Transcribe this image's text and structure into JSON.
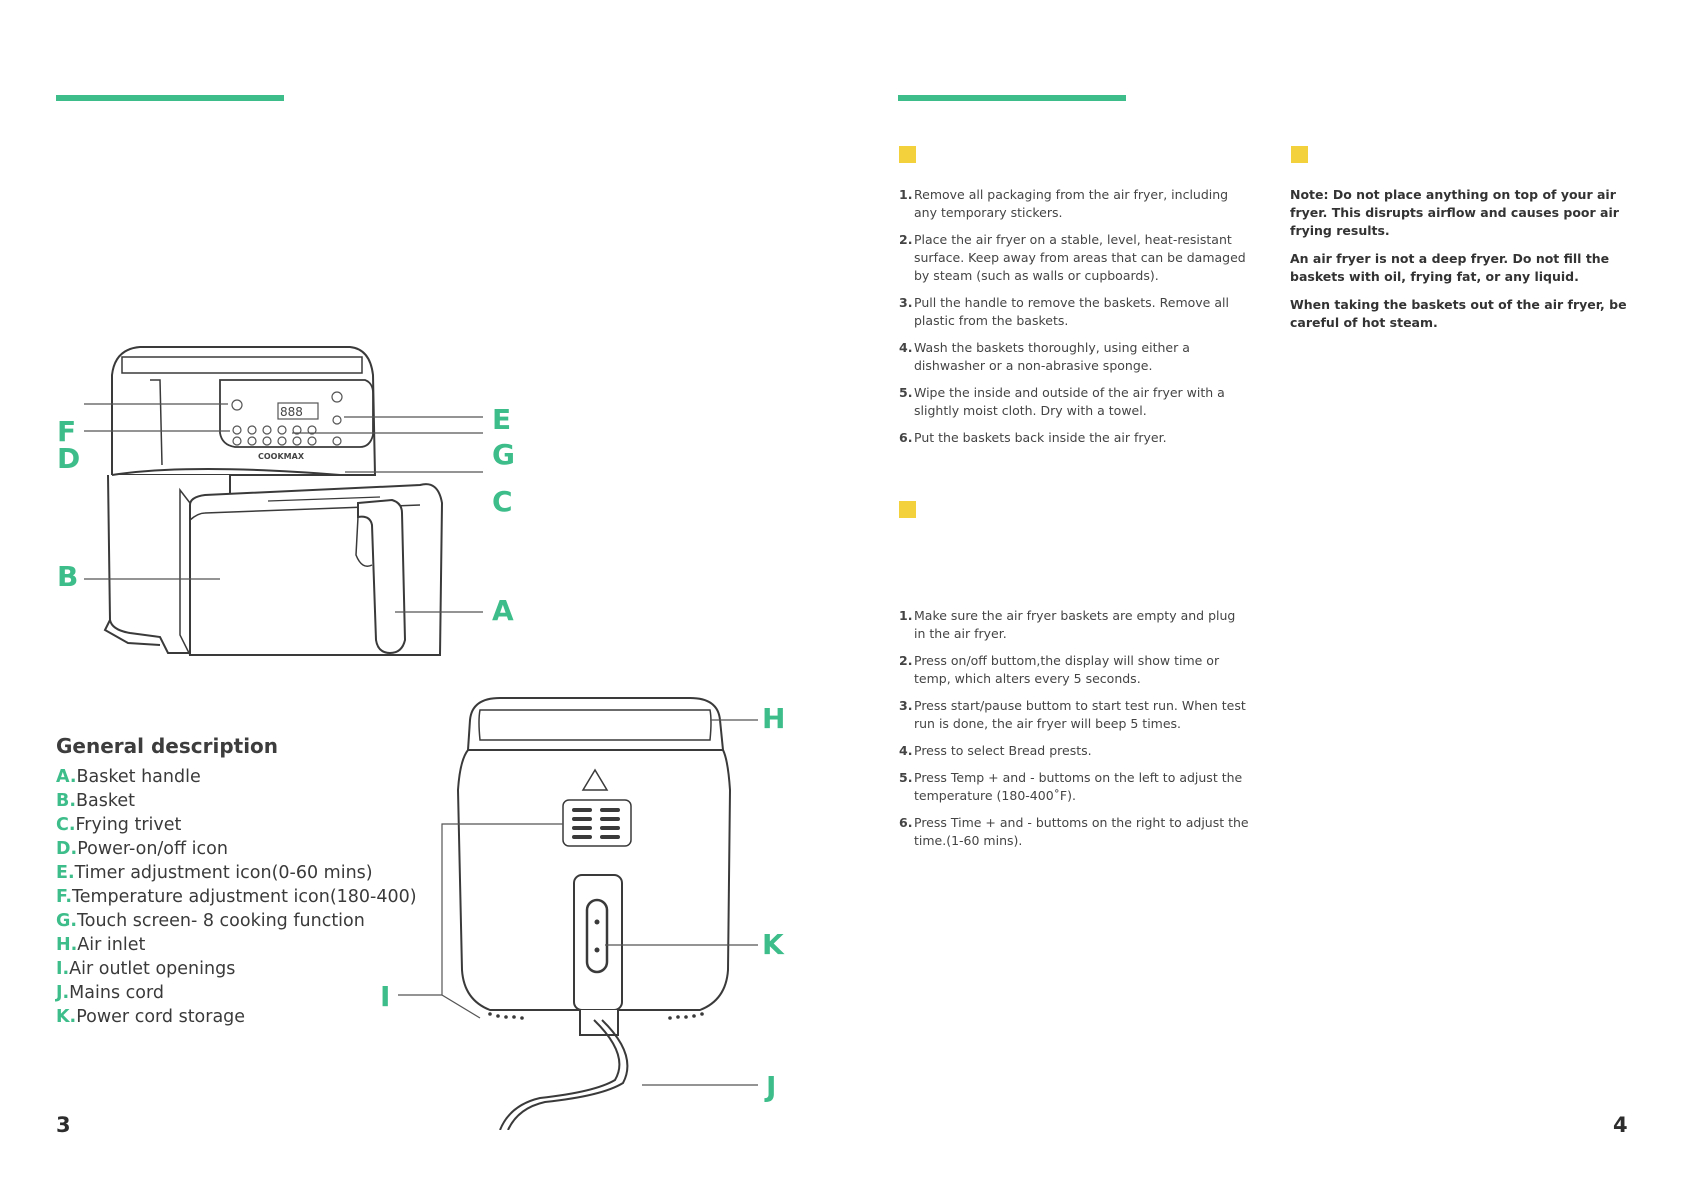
{
  "accent_color": "#3dbd8a",
  "marker_color": "#f2d13c",
  "left_page": {
    "brand_on_product": "COOKMAX",
    "callouts": [
      "A",
      "B",
      "C",
      "D",
      "E",
      "F",
      "G",
      "H",
      "I",
      "J",
      "K"
    ],
    "general_description": {
      "title": "General description",
      "items": [
        {
          "key": "A.",
          "text": "Basket handle"
        },
        {
          "key": "B.",
          "text": "Basket"
        },
        {
          "key": "C.",
          "text": "Frying trivet"
        },
        {
          "key": "D.",
          "text": "Power-on/off icon"
        },
        {
          "key": "E.",
          "text": "Timer adjustment icon(0-60 mins)"
        },
        {
          "key": "F.",
          "text": "Temperature adjustment icon(180-400)"
        },
        {
          "key": "G.",
          "text": "Touch screen- 8 cooking function"
        },
        {
          "key": "H.",
          "text": "Air inlet"
        },
        {
          "key": "I.",
          "text": "Air outlet openings"
        },
        {
          "key": "J.",
          "text": "Mains cord"
        },
        {
          "key": "K.",
          "text": "Power cord storage"
        }
      ]
    },
    "page_number": "3"
  },
  "right_page": {
    "first_steps": [
      {
        "n": "1.",
        "text": "Remove all packaging from the air fryer, including any temporary stickers."
      },
      {
        "n": "2.",
        "text": "Place the air fryer on a stable, level, heat-resistant surface. Keep away from areas that can be damaged by steam (such as walls or cupboards)."
      },
      {
        "n": "3.",
        "text": "Pull the handle to remove the baskets. Remove all plastic from the baskets."
      },
      {
        "n": "4.",
        "text": "Wash the baskets thoroughly, using either a dishwasher or a non-abrasive sponge."
      },
      {
        "n": "5.",
        "text": "Wipe the inside and outside of the air fryer with a slightly moist cloth. Dry with a towel."
      },
      {
        "n": "6.",
        "text": "Put the baskets back inside the air fryer."
      }
    ],
    "test_run_steps": [
      {
        "n": "1.",
        "text": "Make sure the air fryer baskets are empty and plug in the air fryer."
      },
      {
        "n": "2.",
        "text": "Press on/off buttom,the display will show time or temp, which alters every 5 seconds."
      },
      {
        "n": "3.",
        "text": "Press start/pause buttom to start test run. When test run is done, the air fryer will beep 5 times."
      },
      {
        "n": "4.",
        "text": "Press to select Bread prests."
      },
      {
        "n": "5.",
        "text": "Press Temp + and - buttoms on the left to adjust the temperature  (180-400˚F)."
      },
      {
        "n": "6.",
        "text": "Press Time + and - buttoms on the right to adjust the time.(1-60 mins)."
      }
    ],
    "notes": {
      "note_label": "Note:",
      "note_text": " Do not place anything on top of your air fryer. This disrupts airflow and causes poor air frying results.",
      "warning_1": "An air fryer is not a deep fryer. Do not fill the baskets with oil, frying fat, or any liquid.",
      "warning_2": "When taking the baskets out of the air fryer, be careful of hot steam."
    },
    "page_number": "4"
  }
}
